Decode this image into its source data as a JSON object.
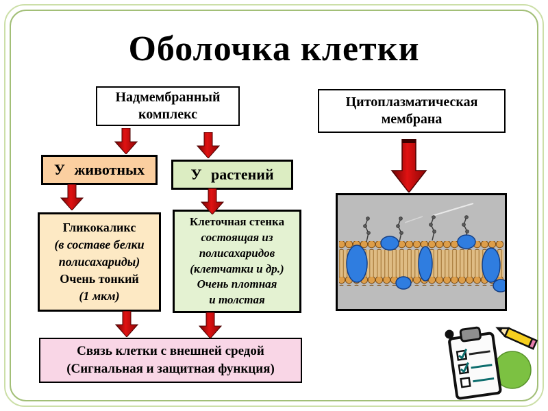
{
  "slide": {
    "title": "Оболочка клетки"
  },
  "flow": {
    "supra_complex": {
      "lines": [
        "Надмембранный",
        "комплекс"
      ]
    },
    "cytoplasmic_membrane": {
      "lines": [
        "Цитоплазматическая",
        "мембрана"
      ]
    },
    "animals": {
      "label": "У животных"
    },
    "plants": {
      "label": "У растений"
    },
    "glycocalyx": {
      "lines": [
        "Гликокаликс",
        "(в составе белки",
        "полисахариды)",
        "Очень тонкий",
        "(1 мкм)"
      ]
    },
    "cell_wall": {
      "lines": [
        "Клеточная стенка",
        "состоящая из",
        "полисахаридов",
        "(клетчатки и др.)",
        "Очень плотная",
        "и толстая"
      ]
    },
    "connection": {
      "lines": [
        "Связь клетки с внешней средой",
        "(Сигнальная и защитная функция)"
      ]
    }
  },
  "colors": {
    "arrow_red": "#d21010",
    "animals_fill": "#fbcfa0",
    "plants_fill": "#dcedc2",
    "glycocalyx_fill": "#fde9c4",
    "cell_wall_fill": "#e4f2d2",
    "connection_fill": "#f9d6e6",
    "frame_green_outer": "#ccdfa8",
    "frame_green_inner": "#a2bf77",
    "membrane_heads": "#dd9e4a",
    "membrane_proteins": "#2f7de0",
    "accent_circle_green": "#7cc142"
  },
  "illustrations": {
    "membrane_image": "phospholipid-bilayer-illustration",
    "clipboard_icon": "clipboard-checklist",
    "pencil_icon": "pencil",
    "green_circle": "green-circle-accent"
  }
}
